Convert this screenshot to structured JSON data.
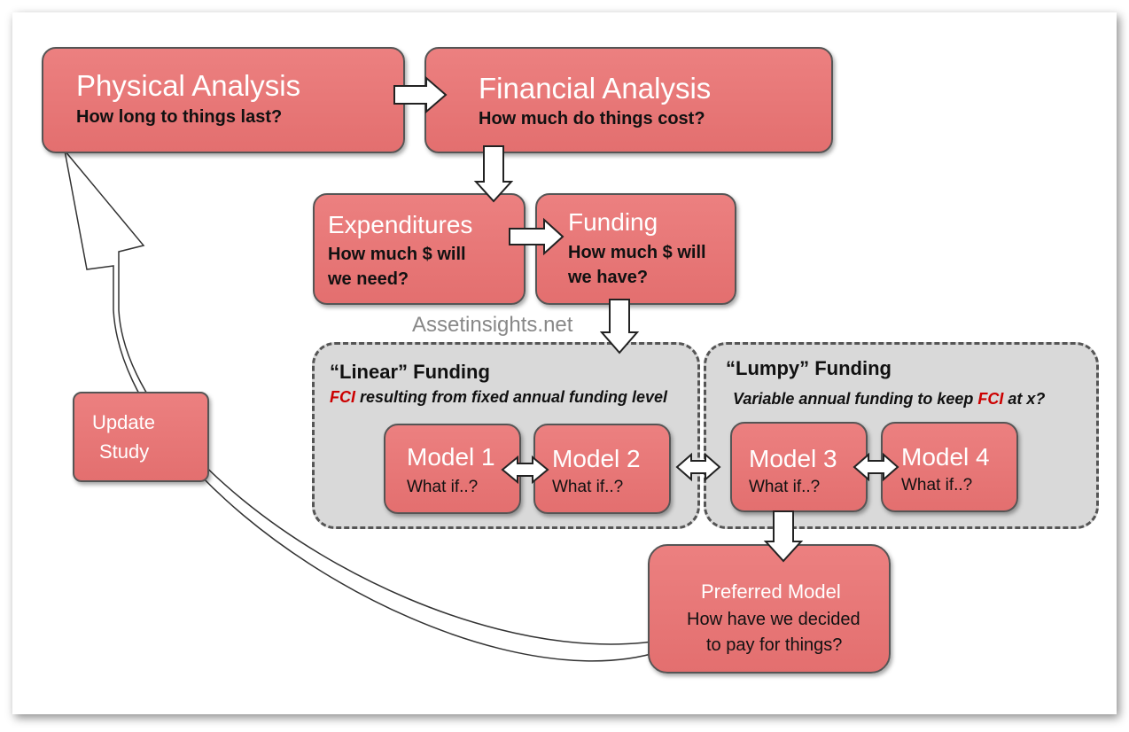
{
  "physical": {
    "title": "Physical Analysis",
    "subtitle": "How long to things last?"
  },
  "financial": {
    "title": "Financial Analysis",
    "subtitle": "How much do things cost?"
  },
  "expenditures": {
    "title": "Expenditures",
    "line1": "How much $ will",
    "line2": "we need?"
  },
  "funding": {
    "title": "Funding",
    "line1": "How much $ will",
    "line2": "we have?"
  },
  "watermark": "Assetinsights.net",
  "linear": {
    "title": "“Linear” Funding",
    "sub_fci": "FCI",
    "sub_rest": " resulting from fixed annual funding level"
  },
  "lumpy": {
    "title": "“Lumpy” Funding",
    "sub_pre": "Variable annual funding to keep ",
    "sub_fci": "FCI",
    "sub_post": " at x?"
  },
  "models": [
    {
      "title": "Model 1",
      "sub": "What if..?"
    },
    {
      "title": "Model 2",
      "sub": "What if..?"
    },
    {
      "title": "Model 3",
      "sub": "What if..?"
    },
    {
      "title": "Model 4",
      "sub": "What if..?"
    }
  ],
  "update": {
    "line1": "Update",
    "line2": "Study"
  },
  "preferred": {
    "title": "Preferred Model",
    "line1": "How have we decided",
    "line2": "to pay for things?"
  },
  "colors": {
    "box_fill": "#e87676",
    "box_border": "#555555",
    "group_fill": "#d9d9d9",
    "fci_red": "#cc0000"
  }
}
